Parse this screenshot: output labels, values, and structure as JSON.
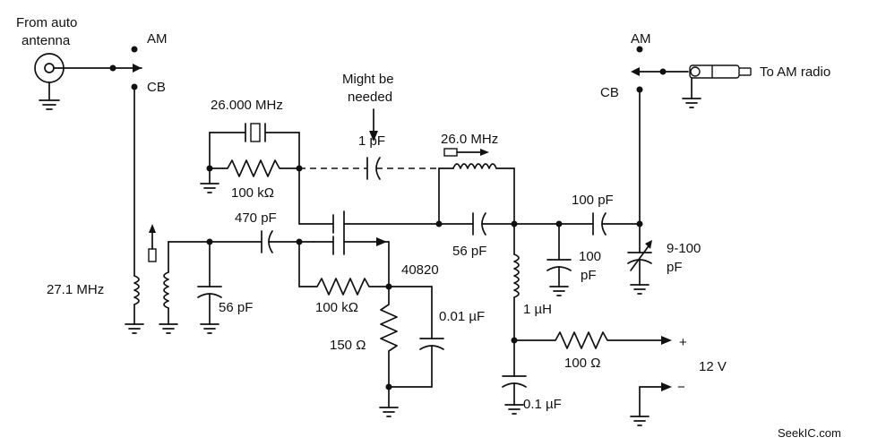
{
  "labels": {
    "from_auto": "From auto",
    "antenna": "antenna",
    "am_left": "AM",
    "cb_left": "CB",
    "crystal_freq": "26.000 MHz",
    "might_be": "Might be",
    "needed": "needed",
    "cap_1pf": "1 pF",
    "coil_26": "26.0 MHz",
    "res_100k_top": "100 kΩ",
    "cap_470pf": "470 pF",
    "cap_100pf_out": "100 pF",
    "cap_56pf_mid": "56 pF",
    "cap_100_val": "100",
    "cap_100_unit": "pF",
    "trim_val": "9-100",
    "trim_unit": "pF",
    "transistor": "40820",
    "coil_27": "27.1 MHz",
    "cap_56pf_left": "56 pF",
    "res_100k_mid": "100 kΩ",
    "cap_001": "0.01 µF",
    "res_150": "150 Ω",
    "inductor_1uh": "1 µH",
    "res_100": "100 Ω",
    "plus": "+",
    "minus": "−",
    "supply": "12 V",
    "cap_01": "0.1 µF",
    "am_right": "AM",
    "cb_right": "CB",
    "to_am_radio": "To AM radio",
    "watermark": "SeekIC.com"
  }
}
